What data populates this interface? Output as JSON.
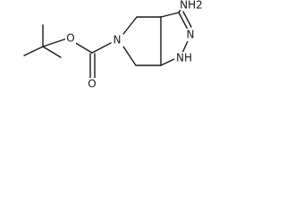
{
  "molecule": {
    "atom_labels": {
      "ester_oxygen": "O",
      "carbonyl_oxygen": "O",
      "ring_nitrogen": "N",
      "imine_nitrogen": "N",
      "nh_group": "NH",
      "amino_group": "NH2"
    }
  }
}
